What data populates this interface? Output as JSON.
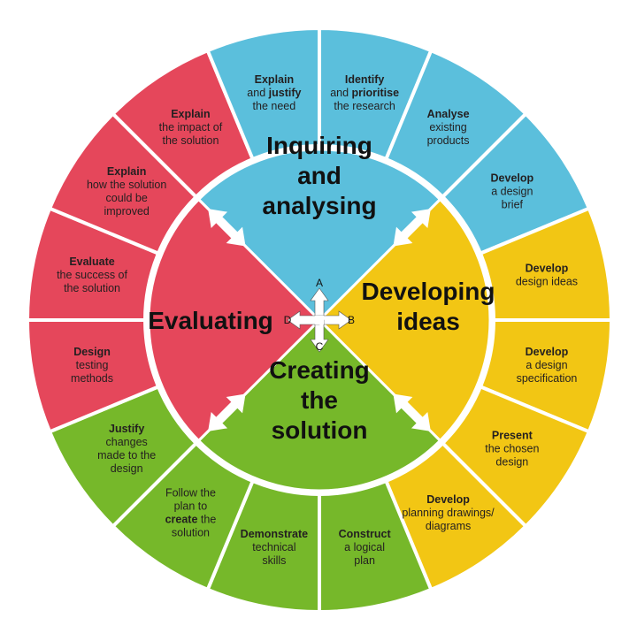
{
  "colors": {
    "inquiring": "#5bbfdc",
    "developing": "#f2c614",
    "creating": "#76b82a",
    "evaluating": "#e5475b",
    "divider": "#ffffff"
  },
  "quadrants": {
    "inquiring": [
      "Inquiring",
      "and",
      "analysing"
    ],
    "developing": [
      "Developing",
      "ideas"
    ],
    "creating": [
      "Creating",
      "the",
      "solution"
    ],
    "evaluating": [
      "Evaluating"
    ]
  },
  "center_letters": {
    "a": "A",
    "b": "B",
    "c": "C",
    "d": "D"
  },
  "segments": [
    {
      "group": "inquiring",
      "lines": [
        [
          {
            "t": "Identify",
            "b": true
          }
        ],
        [
          {
            "t": "and ",
            "b": false
          },
          {
            "t": "prioritise",
            "b": true
          }
        ],
        [
          {
            "t": "the research",
            "b": false
          }
        ]
      ]
    },
    {
      "group": "inquiring",
      "lines": [
        [
          {
            "t": "Analyse",
            "b": true
          }
        ],
        [
          {
            "t": "existing",
            "b": false
          }
        ],
        [
          {
            "t": "products",
            "b": false
          }
        ]
      ]
    },
    {
      "group": "inquiring",
      "lines": [
        [
          {
            "t": "Develop",
            "b": true
          }
        ],
        [
          {
            "t": "a design",
            "b": false
          }
        ],
        [
          {
            "t": "brief",
            "b": false
          }
        ]
      ]
    },
    {
      "group": "developing",
      "lines": [
        [
          {
            "t": "Develop",
            "b": true
          }
        ],
        [
          {
            "t": "design ideas",
            "b": false
          }
        ]
      ]
    },
    {
      "group": "developing",
      "lines": [
        [
          {
            "t": "Develop",
            "b": true
          }
        ],
        [
          {
            "t": "a design",
            "b": false
          }
        ],
        [
          {
            "t": "specification",
            "b": false
          }
        ]
      ]
    },
    {
      "group": "developing",
      "lines": [
        [
          {
            "t": "Present",
            "b": true
          }
        ],
        [
          {
            "t": "the chosen",
            "b": false
          }
        ],
        [
          {
            "t": "design",
            "b": false
          }
        ]
      ]
    },
    {
      "group": "developing",
      "lines": [
        [
          {
            "t": "Develop",
            "b": true
          }
        ],
        [
          {
            "t": "planning drawings/",
            "b": false
          }
        ],
        [
          {
            "t": "diagrams",
            "b": false
          }
        ]
      ]
    },
    {
      "group": "creating",
      "lines": [
        [
          {
            "t": "Construct",
            "b": true
          }
        ],
        [
          {
            "t": "a logical",
            "b": false
          }
        ],
        [
          {
            "t": "plan",
            "b": false
          }
        ]
      ]
    },
    {
      "group": "creating",
      "lines": [
        [
          {
            "t": "Demonstrate",
            "b": true
          }
        ],
        [
          {
            "t": "technical",
            "b": false
          }
        ],
        [
          {
            "t": "skills",
            "b": false
          }
        ]
      ]
    },
    {
      "group": "creating",
      "lines": [
        [
          {
            "t": "Follow the",
            "b": false
          }
        ],
        [
          {
            "t": "plan to",
            "b": false
          }
        ],
        [
          {
            "t": "create",
            "b": true
          },
          {
            "t": " the",
            "b": false
          }
        ],
        [
          {
            "t": "solution",
            "b": false
          }
        ]
      ]
    },
    {
      "group": "creating",
      "lines": [
        [
          {
            "t": "Justify",
            "b": true
          }
        ],
        [
          {
            "t": "changes",
            "b": false
          }
        ],
        [
          {
            "t": "made to the",
            "b": false
          }
        ],
        [
          {
            "t": "design",
            "b": false
          }
        ]
      ]
    },
    {
      "group": "evaluating",
      "lines": [
        [
          {
            "t": "Design",
            "b": true
          }
        ],
        [
          {
            "t": "testing",
            "b": false
          }
        ],
        [
          {
            "t": "methods",
            "b": false
          }
        ]
      ]
    },
    {
      "group": "evaluating",
      "lines": [
        [
          {
            "t": "Evaluate",
            "b": true
          }
        ],
        [
          {
            "t": "the success of",
            "b": false
          }
        ],
        [
          {
            "t": "the solution",
            "b": false
          }
        ]
      ]
    },
    {
      "group": "evaluating",
      "lines": [
        [
          {
            "t": "Explain",
            "b": true
          }
        ],
        [
          {
            "t": "how the solution",
            "b": false
          }
        ],
        [
          {
            "t": "could be",
            "b": false
          }
        ],
        [
          {
            "t": "improved",
            "b": false
          }
        ]
      ]
    },
    {
      "group": "evaluating",
      "lines": [
        [
          {
            "t": "Explain",
            "b": true
          }
        ],
        [
          {
            "t": "the impact of",
            "b": false
          }
        ],
        [
          {
            "t": "the solution",
            "b": false
          }
        ]
      ]
    },
    {
      "group": "inquiring",
      "lines": [
        [
          {
            "t": "Explain",
            "b": true
          }
        ],
        [
          {
            "t": "and ",
            "b": false
          },
          {
            "t": "justify",
            "b": true
          }
        ],
        [
          {
            "t": "the need",
            "b": false
          }
        ]
      ]
    }
  ]
}
